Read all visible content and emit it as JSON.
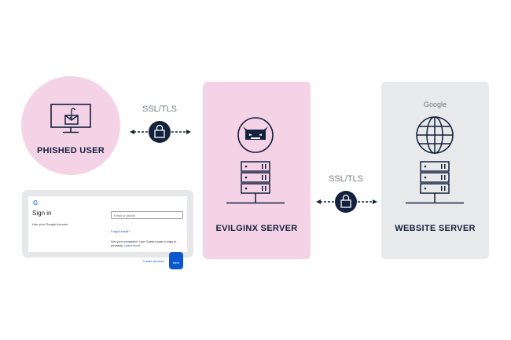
{
  "phished_user": {
    "label": "PHISHED USER"
  },
  "ssl_left": {
    "label": "SSL/TLS"
  },
  "ssl_right": {
    "label": "SSL/TLS"
  },
  "evilginx": {
    "label": "EVILGINX SERVER"
  },
  "website": {
    "label": "WEBSITE SERVER",
    "brand": "Google"
  },
  "signin": {
    "title": "Sign in",
    "subtitle": "Use your Google Account",
    "email_placeholder": "Email or phone",
    "forgot": "Forgot email?",
    "guest_note": "Not your computer? Use Guest mode to sign in privately.",
    "learn_more": "Learn more",
    "create": "Create account",
    "next": "Next"
  },
  "colors": {
    "navy": "#14213d",
    "pink": "#f5d3e6",
    "gray": "#e8e9eb",
    "blue": "#0b57d0"
  }
}
